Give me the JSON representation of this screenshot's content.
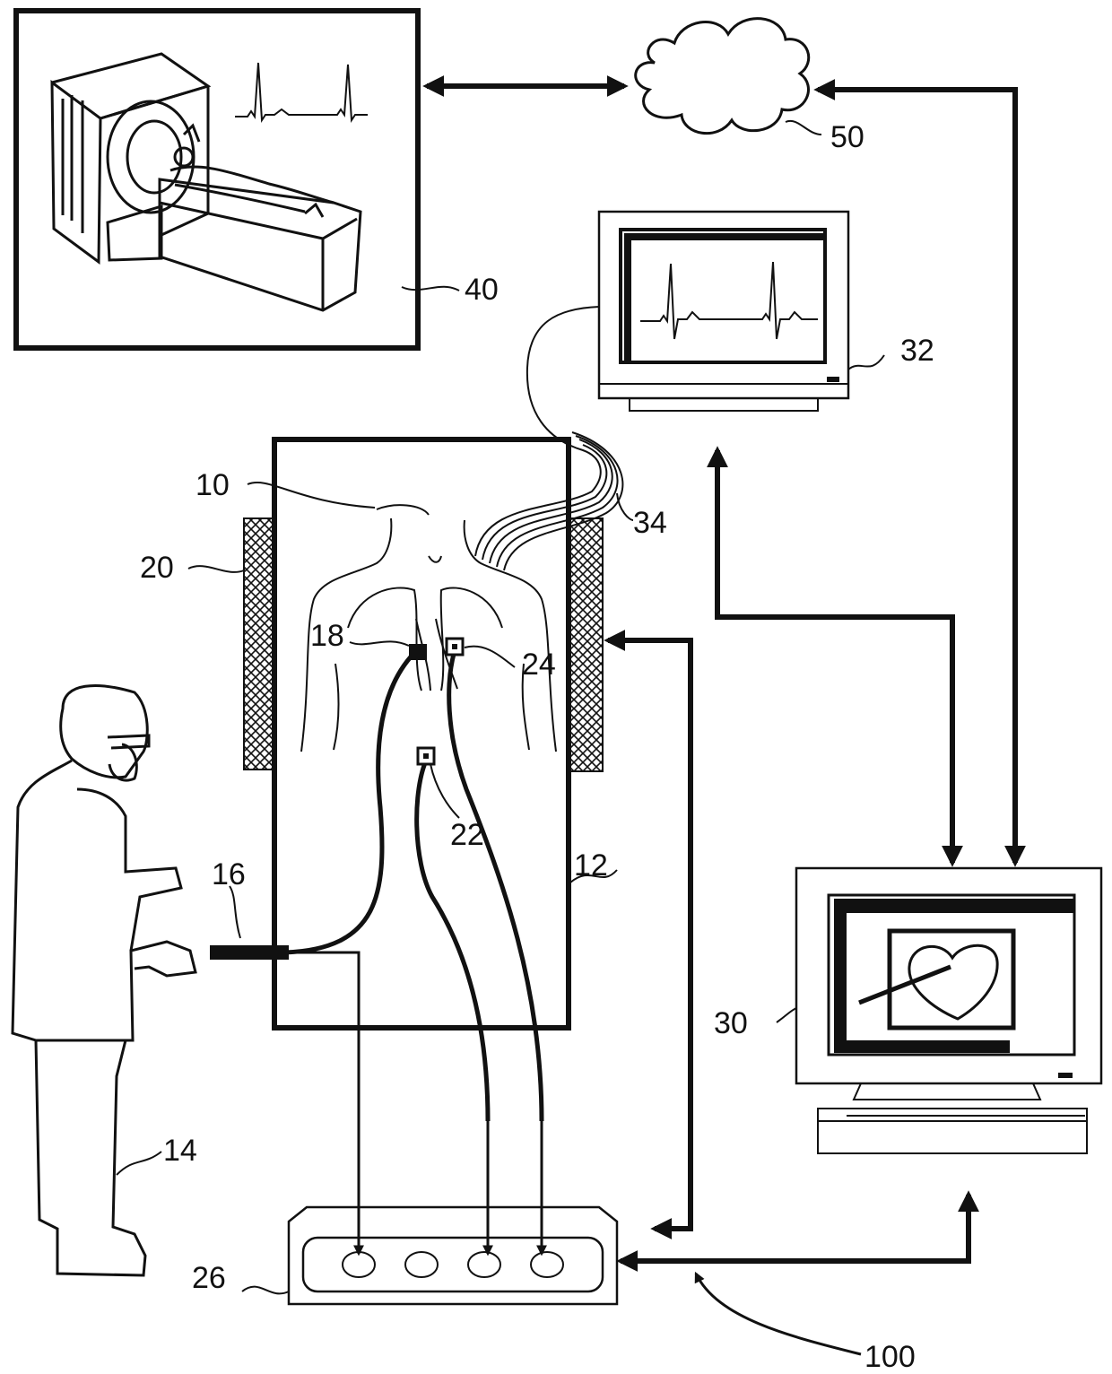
{
  "labels": {
    "patient": "10",
    "table": "12",
    "physician": "14",
    "catheter_handle": "16",
    "catheter_tip": "18",
    "magnets": "20",
    "reference_patch_abdomen": "22",
    "reference_electrode": "24",
    "interface_unit": "26",
    "workstation": "30",
    "ecg_monitor": "32",
    "ecg_leads": "34",
    "imaging_system": "40",
    "network": "50",
    "system": "100"
  }
}
